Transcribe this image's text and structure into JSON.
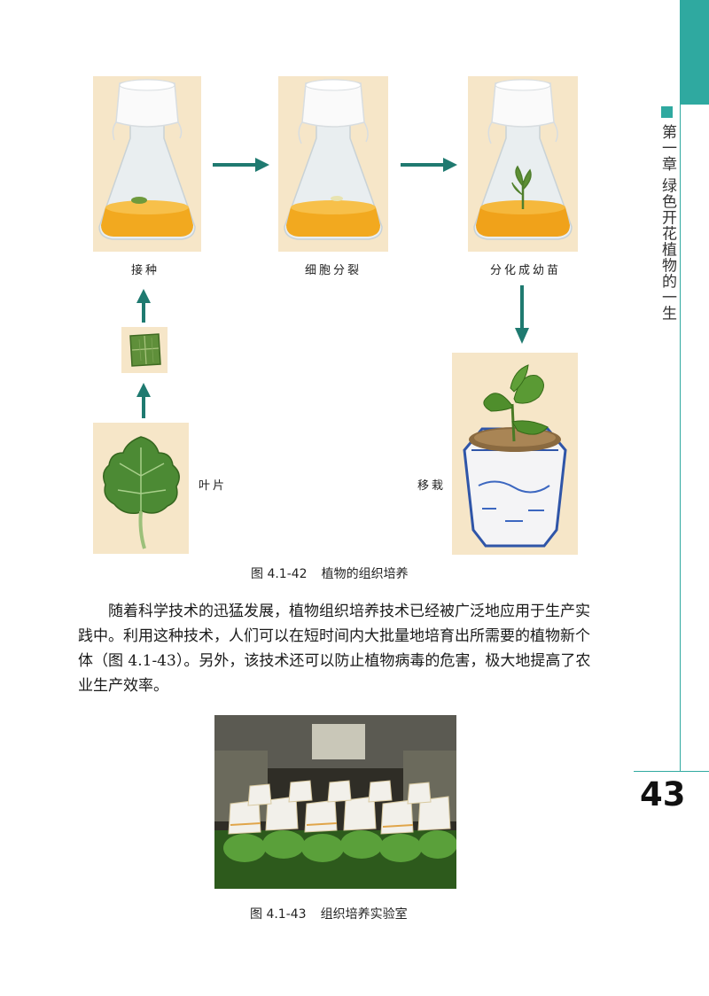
{
  "sidebar": {
    "chapter_title": "第一章 绿色开花植物的一生",
    "page_number": "43",
    "accent_color": "#2fa9a0"
  },
  "figure1": {
    "labels": {
      "inoculate": "接种",
      "cell_division": "细胞分裂",
      "differentiate": "分化成幼苗",
      "leaf": "叶片",
      "transplant": "移栽"
    },
    "caption_number": "图 4.1-42",
    "caption_text": "植物的组织培养"
  },
  "body": {
    "paragraph": "随着科学技术的迅猛发展，植物组织培养技术已经被广泛地应用于生产实践中。利用这种技术，人们可以在短时间内大批量地培育出所需要的植物新个体（图 4.1-43）。另外，该技术还可以防止植物病毒的危害，极大地提高了农业生产效率。"
  },
  "figure2": {
    "caption_number": "图 4.1-43",
    "caption_text": "组织培养实验室"
  }
}
